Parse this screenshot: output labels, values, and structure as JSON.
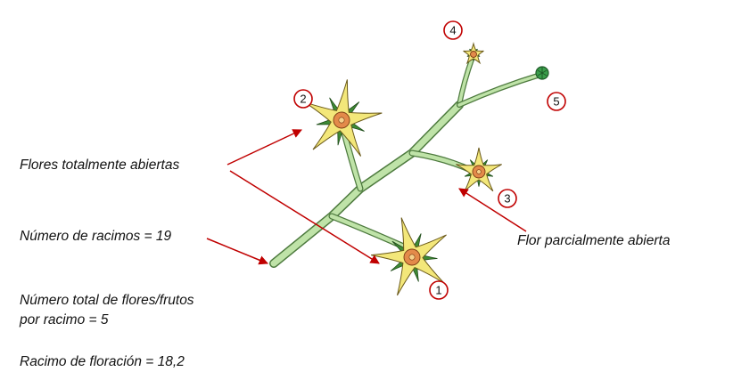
{
  "labels": {
    "fully_open": "Flores totalmente abiertas",
    "partially_open": "Flor parcialmente abierta",
    "num_racimos": "Número de racimos = 19",
    "flowers_per_racimo_line1": "Número total de flores/frutos",
    "flowers_per_racimo_line2": "por racimo = 5",
    "racimo_floracion": "Racimo de floración = 18,2"
  },
  "markers": [
    "1",
    "2",
    "3",
    "4",
    "5"
  ],
  "colors": {
    "stem": "#bfe3a8",
    "stem_outline": "#4d7a3e",
    "petal": "#f3e77a",
    "petal_outline": "#6b5a1a",
    "center": "#e38a4a",
    "sepal": "#3f8a35",
    "bud": "#3a9d4a",
    "arrow": "#c00000",
    "marker_ring": "#c00000"
  }
}
